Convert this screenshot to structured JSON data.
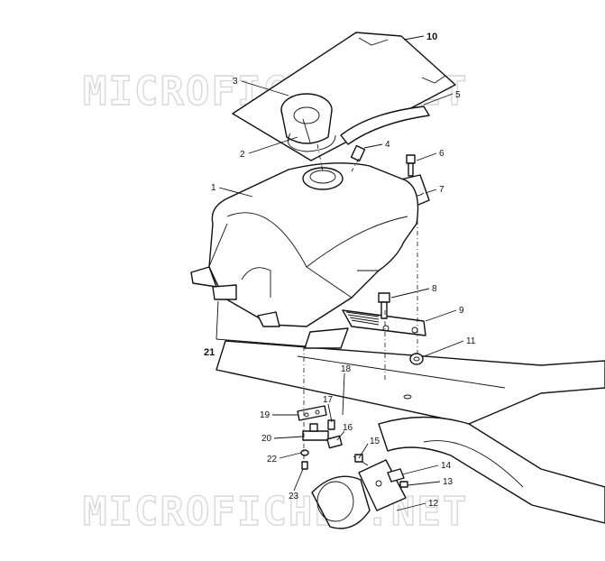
{
  "watermark": {
    "text": "MICROFICHES.NET"
  },
  "callouts": [
    {
      "id": "c10",
      "label": "10",
      "bold": true
    },
    {
      "id": "c3",
      "label": "3"
    },
    {
      "id": "c5",
      "label": "5"
    },
    {
      "id": "c2",
      "label": "2"
    },
    {
      "id": "c4",
      "label": "4"
    },
    {
      "id": "c6",
      "label": "6"
    },
    {
      "id": "c1",
      "label": "1"
    },
    {
      "id": "c7",
      "label": "7"
    },
    {
      "id": "c8",
      "label": "8"
    },
    {
      "id": "c9",
      "label": "9"
    },
    {
      "id": "c21",
      "label": "21",
      "bold": true
    },
    {
      "id": "c11",
      "label": "11"
    },
    {
      "id": "c18",
      "label": "18"
    },
    {
      "id": "c17",
      "label": "17"
    },
    {
      "id": "c19",
      "label": "19"
    },
    {
      "id": "c16",
      "label": "16"
    },
    {
      "id": "c20",
      "label": "20"
    },
    {
      "id": "c15",
      "label": "15"
    },
    {
      "id": "c22",
      "label": "22"
    },
    {
      "id": "c14",
      "label": "14"
    },
    {
      "id": "c13",
      "label": "13"
    },
    {
      "id": "c23",
      "label": "23"
    },
    {
      "id": "c12",
      "label": "12"
    }
  ]
}
